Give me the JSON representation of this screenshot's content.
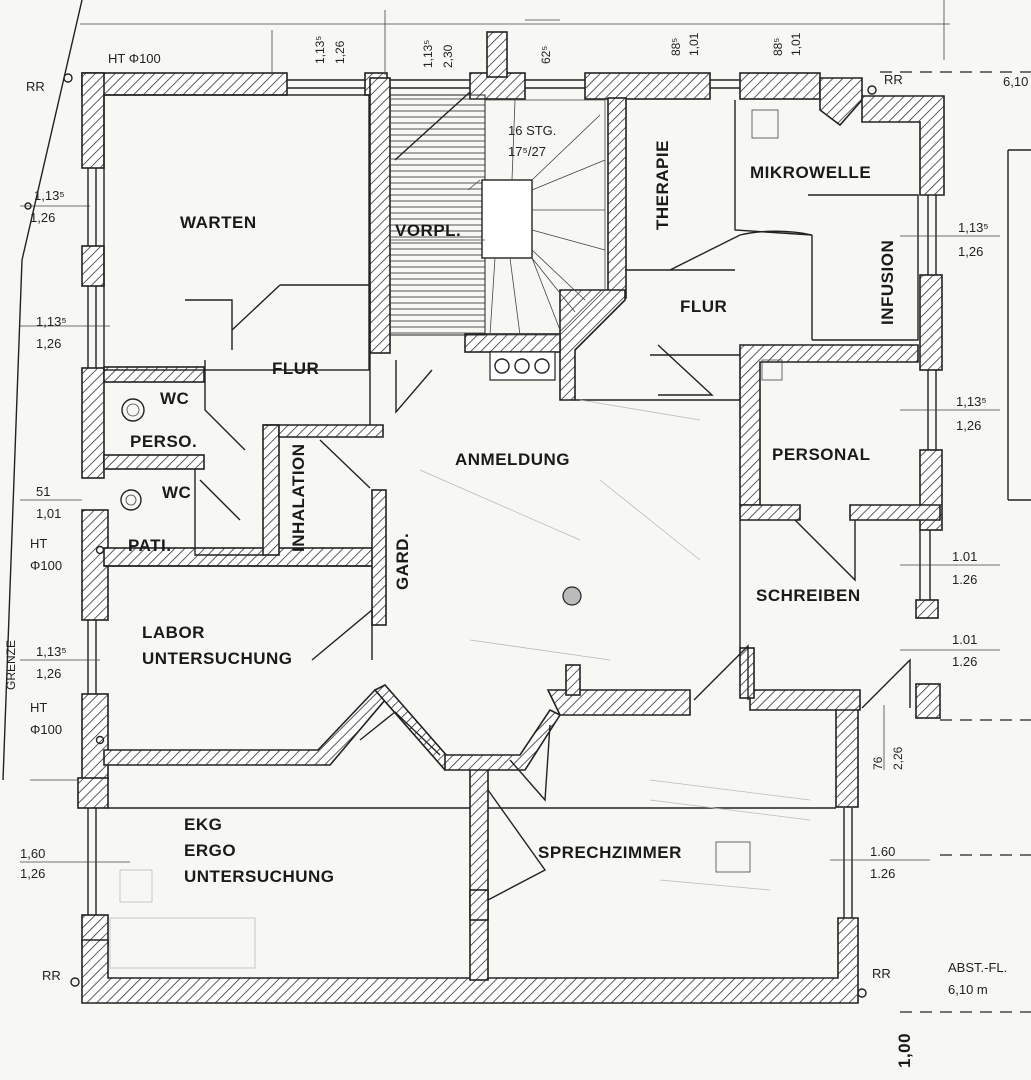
{
  "rooms": {
    "warten": "WARTEN",
    "vorpl": "VORPL.",
    "stairs": "16 STG.",
    "stairs_rise": "17⁵/27",
    "therapie": "THERAPIE",
    "mikrowelle": "MIKROWELLE",
    "infusion": "INFUSION",
    "flur_top": "FLUR",
    "flur_left": "FLUR",
    "wc_perso": "WC",
    "perso": "PERSO.",
    "wc_pati": "WC",
    "pati": "PATI.",
    "inhalation": "INHALATION",
    "anmeldung": "ANMELDUNG",
    "personal": "PERSONAL",
    "gard": "GARD.",
    "schreiben": "SCHREIBEN",
    "labor": "LABOR",
    "untersuchung_labor": "UNTERSUCHUNG",
    "ekg": "EKG",
    "ergo": "ERGO",
    "untersuchung_ekg": "UNTERSUCHUNG",
    "sprechzimmer": "SPRECHZIMMER"
  },
  "annotations": {
    "ht_top": "HT  Φ100",
    "rr_top_left": "RR",
    "rr_top_right": "RR",
    "rr_bottom_left": "RR",
    "rr_bottom_right": "RR",
    "top_right_dim": "6,10",
    "top_dim_1a": "1,13⁵",
    "top_dim_1b": "1,26",
    "top_dim_2a": "1,13⁵",
    "top_dim_2b": "2,30",
    "top_dim_3": "62⁵",
    "top_dim_4a": "88⁵",
    "top_dim_4b": "1,01",
    "top_dim_5a": "88⁵",
    "top_dim_5b": "1,01",
    "left_dim_1a": "1,13⁵",
    "left_dim_1b": "1,26",
    "left_dim_2a": "1,13⁵",
    "left_dim_2b": "1,26",
    "left_dim_3a": "51",
    "left_dim_3b": "1,01",
    "left_ht_1": "HT",
    "left_ht_1b": "Φ100",
    "left_dim_4a": "1,13⁵",
    "left_dim_4b": "1,26",
    "left_ht_2": "HT",
    "left_ht_2b": "Φ100",
    "left_dim_5a": "1,60",
    "left_dim_5b": "1,26",
    "grenze": "GRENZE",
    "right_dim_1a": "1,13⁵",
    "right_dim_1b": "1,26",
    "right_dim_2a": "1,13⁵",
    "right_dim_2b": "1,26",
    "right_dim_3a": "1.01",
    "right_dim_3b": "1.26",
    "right_dim_4a": "1.01",
    "right_dim_4b": "1.26",
    "right_dim_5a": "76",
    "right_dim_5b": "2,26",
    "right_dim_6a": "1.60",
    "right_dim_6b": "1.26",
    "abst_1": "ABST.-FL.",
    "abst_2": "6,10  m",
    "bottom_dim": "1,00"
  }
}
